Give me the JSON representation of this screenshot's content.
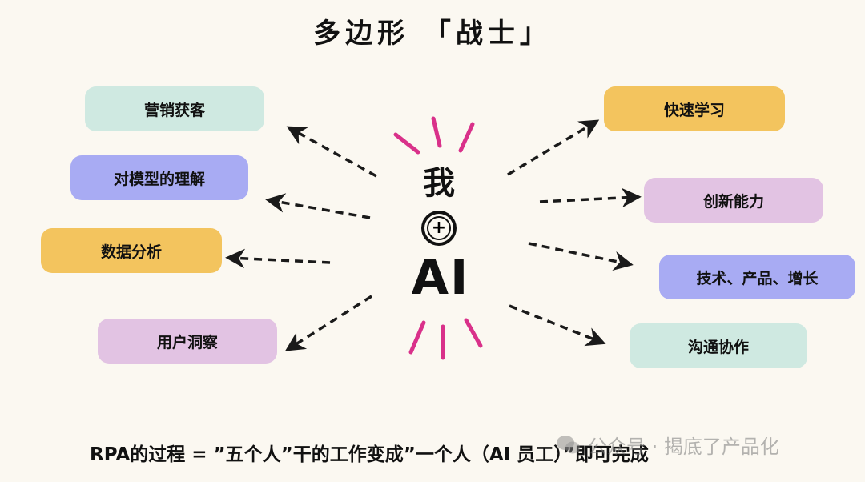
{
  "title": "多边形 「战士」",
  "center": {
    "me": "我",
    "plus": "+",
    "ai": "AI"
  },
  "left_items": [
    {
      "label": "营销获客",
      "color": "#cfe9e1"
    },
    {
      "label": "对模型的理解",
      "color": "#a8abf3"
    },
    {
      "label": "数据分析",
      "color": "#f3c45e"
    },
    {
      "label": "用户洞察",
      "color": "#e2c3e3"
    }
  ],
  "right_items": [
    {
      "label": "快速学习",
      "color": "#f3c45e"
    },
    {
      "label": "创新能力",
      "color": "#e2c3e3"
    },
    {
      "label": "技术、产品、增长",
      "color": "#a8abf3"
    },
    {
      "label": "沟通协作",
      "color": "#cfe9e1"
    }
  ],
  "footer": "RPA的过程 = ”五个人”干的工作变成”一个人（AI 员工）”即可完成",
  "watermark": "公众号 · 揭底了产品化",
  "colors": {
    "background": "#fbf8f1",
    "accent_rays": "#d9318a",
    "arrow": "#1a1a1a"
  }
}
